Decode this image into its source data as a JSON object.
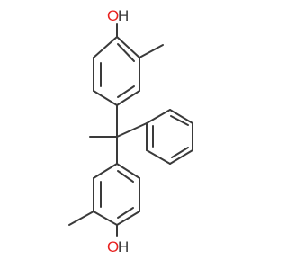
{
  "molecule": {
    "labels": {
      "top_oxygen": "O",
      "top_hydrogen": "H",
      "bottom_oxygen": "O",
      "bottom_hydrogen": "H"
    },
    "colors": {
      "bond": "#3a3a3a",
      "oxygen": "#e8211f",
      "hydrogen": "#3a3a3a",
      "background": "#ffffff"
    }
  }
}
